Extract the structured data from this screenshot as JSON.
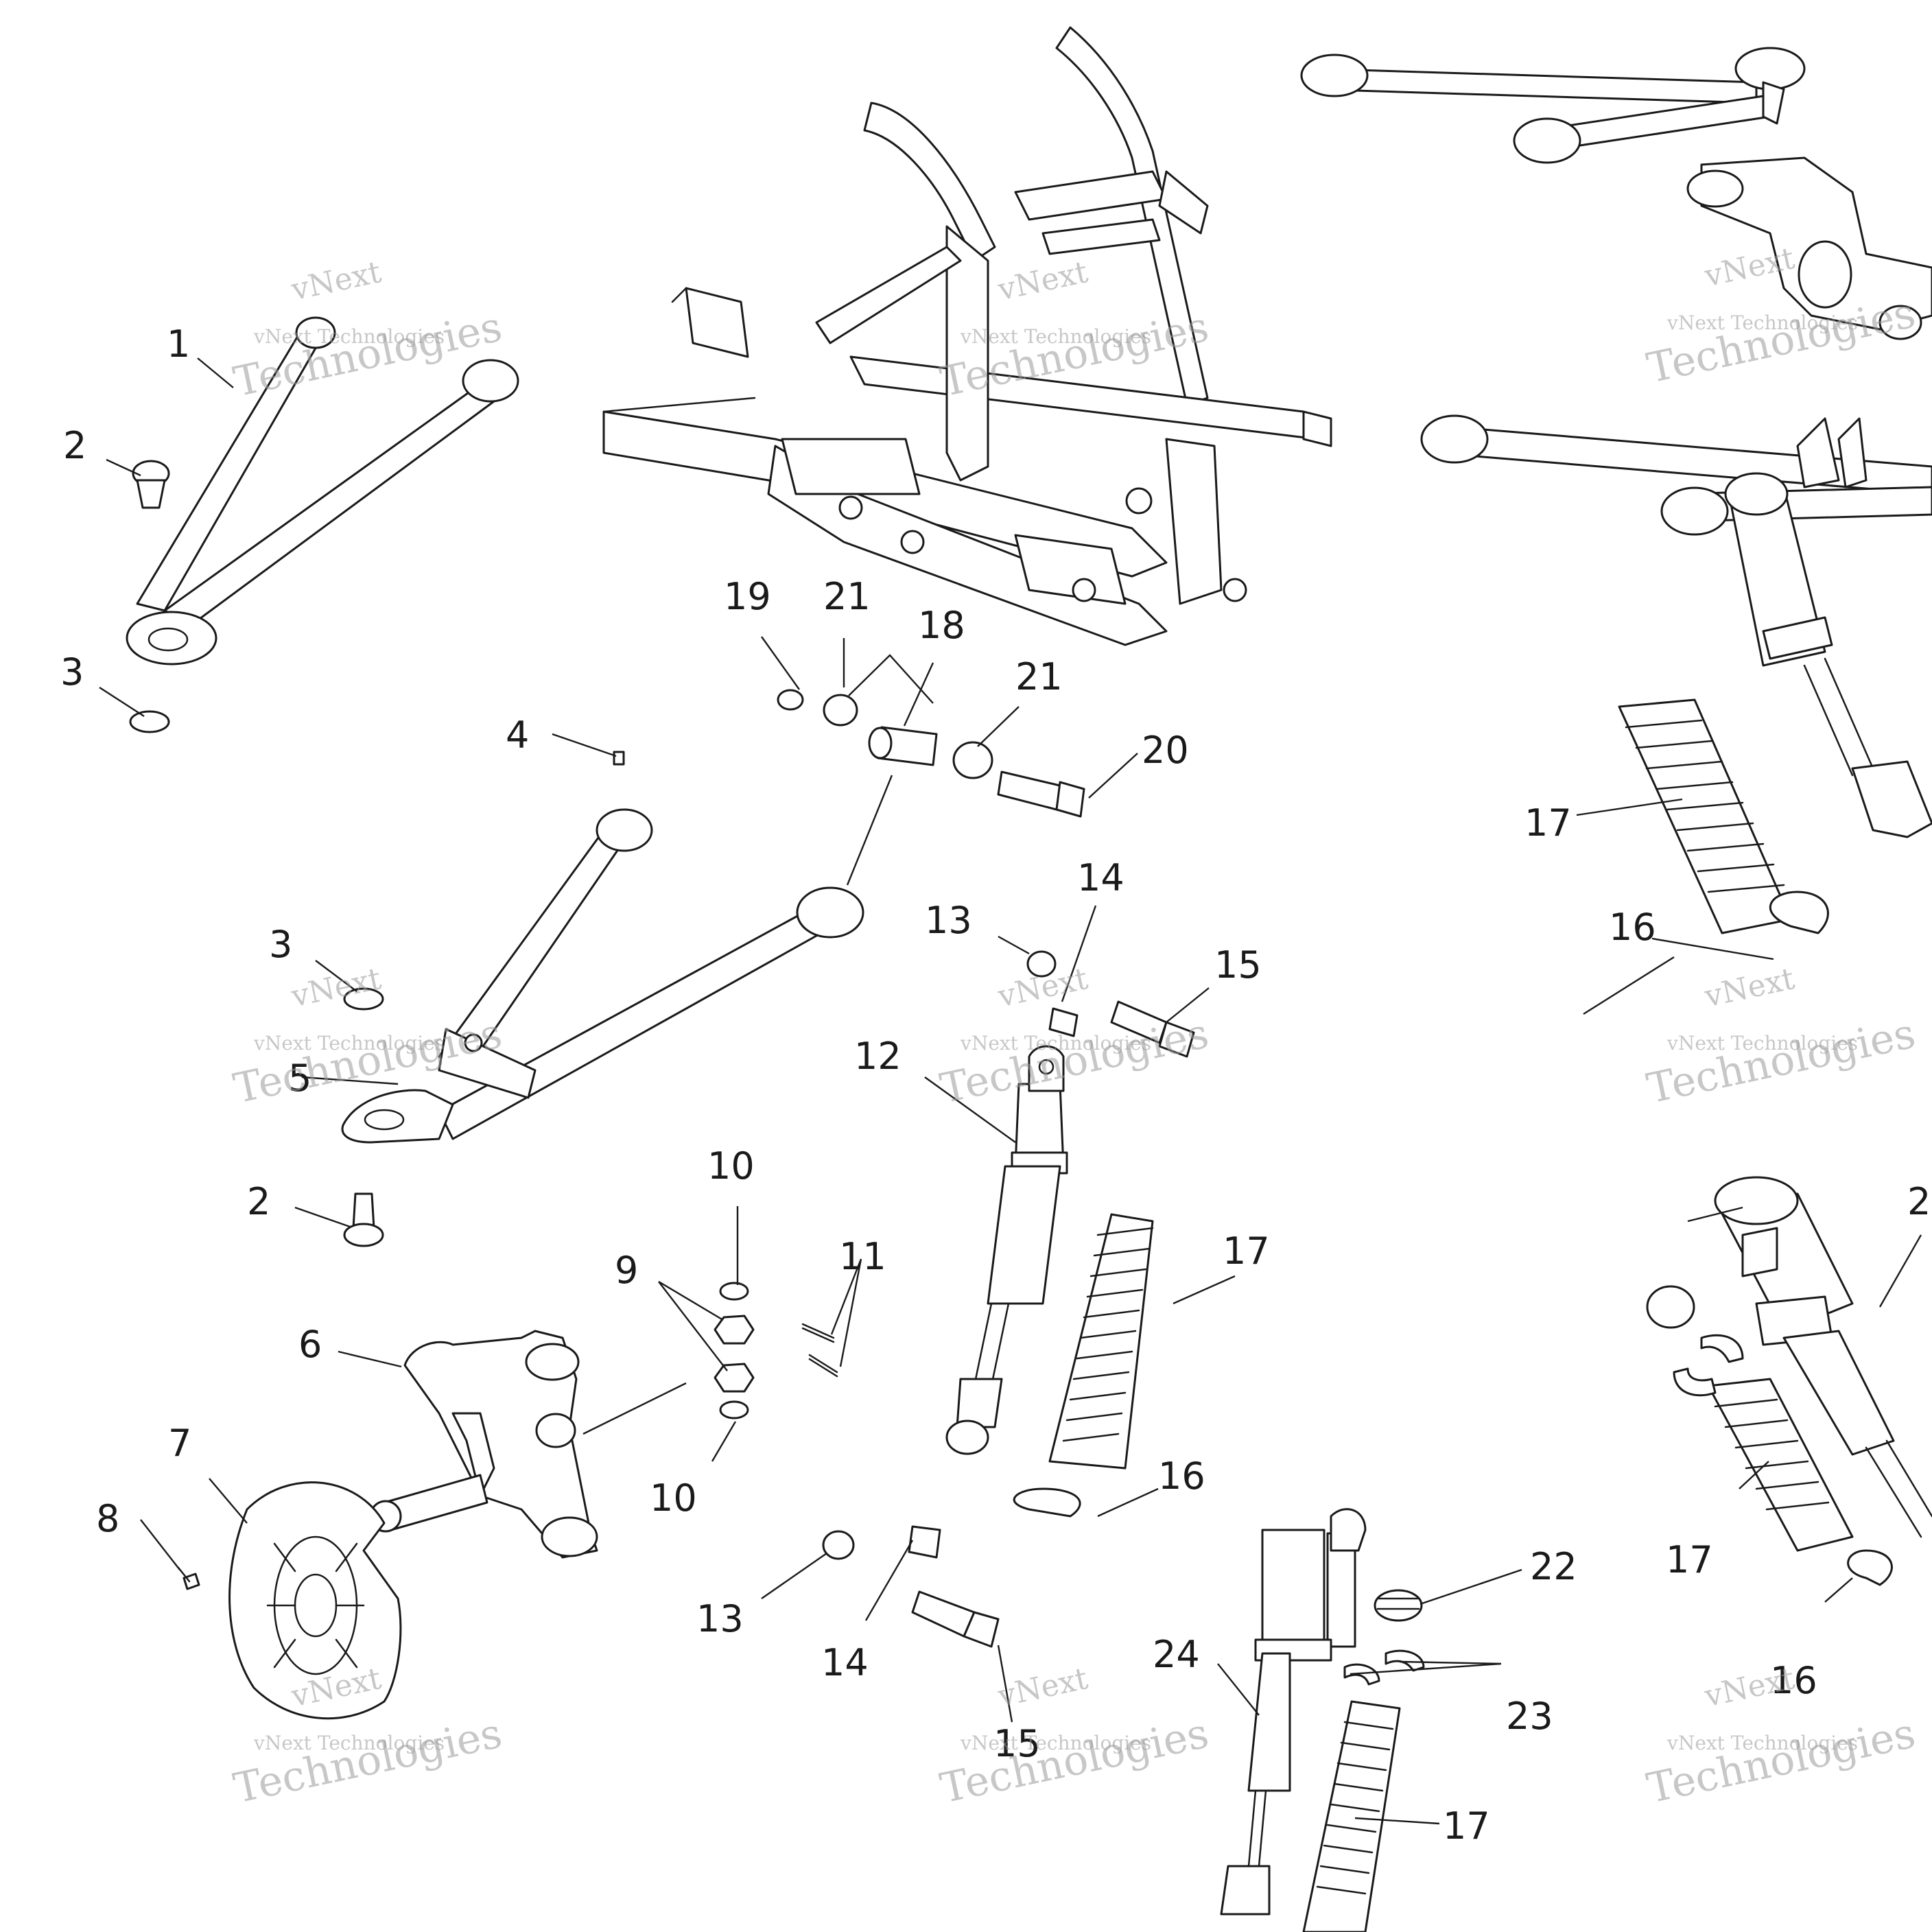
{
  "colors": {
    "line": "#1a1a1a",
    "watermark": "#9a9a9a",
    "background": "#ffffff"
  },
  "watermark": {
    "line1": "vNext",
    "line2": "vNext Technologies",
    "line3": "Technologies"
  },
  "callouts": {
    "c1": "1",
    "c2a": "2",
    "c2b": "2",
    "c3a": "3",
    "c3b": "3",
    "c4": "4",
    "c5": "5",
    "c6": "6",
    "c7": "7",
    "c8": "8",
    "c9": "9",
    "c10a": "10",
    "c10b": "10",
    "c11": "11",
    "c12": "12",
    "c13a": "13",
    "c13b": "13",
    "c14a": "14",
    "c14b": "14",
    "c15a": "15",
    "c15b": "15",
    "c16a": "16",
    "c16b": "16",
    "c16c": "16",
    "c17a": "17",
    "c17b": "17",
    "c17c": "17",
    "c17d": "17",
    "c18": "18",
    "c19": "19",
    "c20": "20",
    "c21a": "21",
    "c21b": "21",
    "c22": "22",
    "c23": "23",
    "c24": "24",
    "c2r": "2"
  }
}
